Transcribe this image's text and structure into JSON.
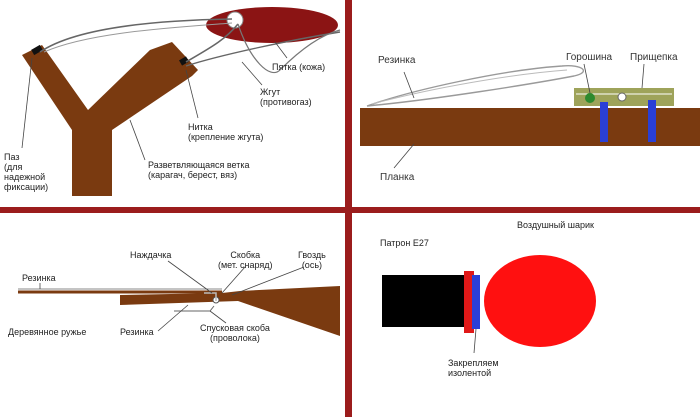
{
  "colors": {
    "frame": "#9b1c1c",
    "wood": "#7a3a10",
    "bag": "#8b1414",
    "clip": "#9ea35a",
    "band": "#2a3fd6",
    "pea": "#2e8a2e",
    "balloon": "#ff1010",
    "cartridge": "#000000"
  },
  "panel_slingshot": {
    "heel": "Пятка (кожа)",
    "tourniquet_line1": "Жгут",
    "tourniquet_line2": "(противогаз)",
    "thread_line1": "Нитка",
    "thread_line2": "(крепление жгута)",
    "notch_line1": "Паз",
    "notch_line2": "(для",
    "notch_line3": "надежной",
    "notch_line4": "фиксации)",
    "branch_line1": "Разветвляющаяся ветка",
    "branch_line2": "(карагач, берест, вяз)"
  },
  "panel_clothespin": {
    "elastic": "Резинка",
    "pea": "Горошина",
    "clothespin": "Прищепка",
    "plank": "Планка"
  },
  "panel_gun": {
    "sandpaper": "Наждачка",
    "bracket_line1": "Скобка",
    "bracket_line2": "(мет. снаряд)",
    "nail_line1": "Гвоздь",
    "nail_line2": "(ось)",
    "elastic_top": "Резинка",
    "handle": "Деревянное ружье",
    "elastic_bottom": "Резинка",
    "trigger_line1": "Спусковая скоба",
    "trigger_line2": "(проволока)"
  },
  "panel_balloon": {
    "balloon": "Воздушный шарик",
    "cartridge": "Патрон Е27",
    "fix_line1": "Закрепляем",
    "fix_line2": "изолентой"
  }
}
